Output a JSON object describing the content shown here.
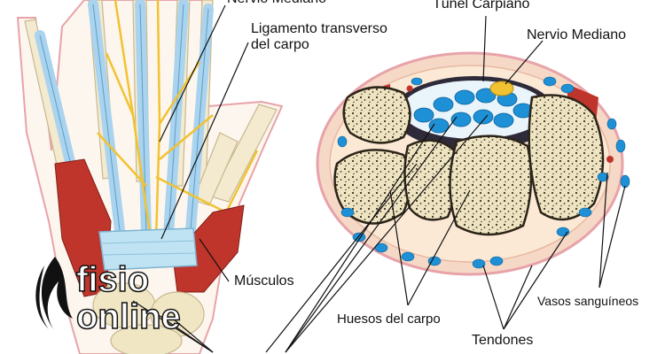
{
  "labels": {
    "nervio_mediano_top": "Nervio Mediano",
    "ligamento": "Ligamento transverso\ndel carpo",
    "tunel_carpiano": "Túnel Carpiano",
    "nervio_mediano_right": "Nervio Mediano",
    "musculos": "Músculos",
    "huesos_del_carpo": "Huesos del carpo",
    "tendones": "Tendones",
    "vasos_sanguineos": "Vasos sanguíneos"
  },
  "logo": {
    "line1": "fisio",
    "line2": "online"
  },
  "colors": {
    "tendon": "#a9d3ee",
    "nerve": "#f1c232",
    "muscle": "#c0352b",
    "ligament": "#bfe3f3",
    "bone": "#f0e6c4",
    "skin_outline": "#e7a3a9",
    "vessel": "#1e90d6"
  }
}
